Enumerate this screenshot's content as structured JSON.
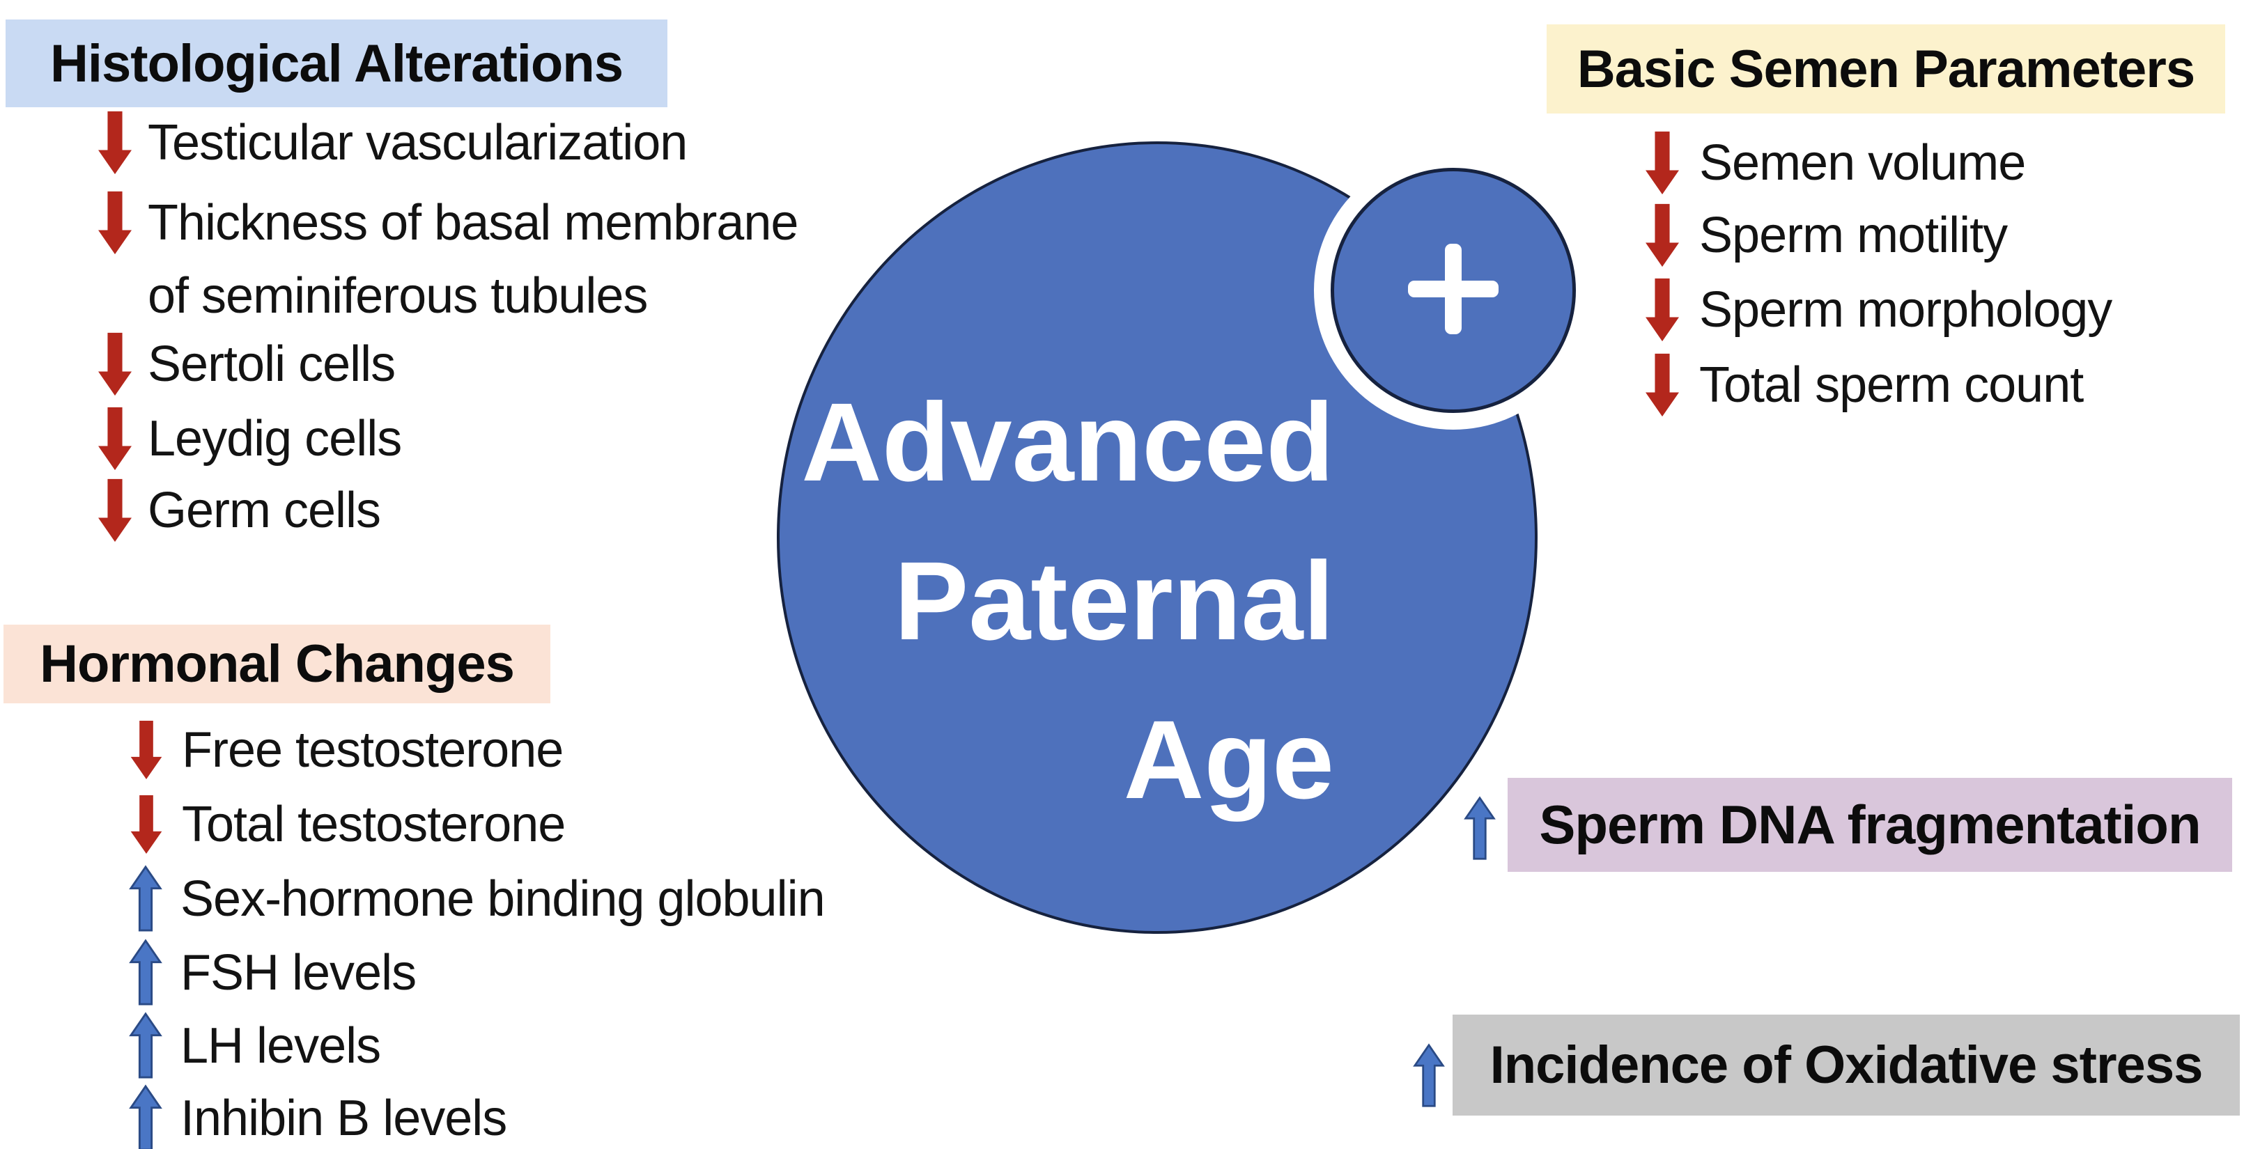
{
  "figure": {
    "title_circle": {
      "lines": [
        "Advanced",
        "Paternal",
        "Age"
      ],
      "badge": "+",
      "fill": "#4e71bc",
      "border": "#16223f",
      "text_color": "#ffffff"
    },
    "colors": {
      "histological_header_bg": "#c9daf3",
      "hormonal_header_bg": "#fbe3d6",
      "semen_header_bg": "#fcf2cd",
      "dna_callout_bg": "#d9c6db",
      "oxidative_callout_bg": "#c8c8c8",
      "down_arrow": "#b3271c",
      "up_arrow_fill": "#4a76c5",
      "up_arrow_stroke": "#2a4a85",
      "text": "#131313",
      "background": "#ffffff"
    },
    "sections": {
      "histological": {
        "title": "Histological Alterations",
        "rows": [
          {
            "arrow": "down",
            "text": "Testicular vascularization"
          },
          {
            "arrow": "down",
            "text": "Thickness of basal membrane"
          },
          {
            "arrow": "none",
            "text": "of seminiferous tubules"
          },
          {
            "arrow": "down",
            "text": "Sertoli cells"
          },
          {
            "arrow": "down",
            "text": "Leydig cells"
          },
          {
            "arrow": "down",
            "text": "Germ cells"
          }
        ]
      },
      "hormonal": {
        "title": "Hormonal Changes",
        "rows": [
          {
            "arrow": "down",
            "text": "Free testosterone"
          },
          {
            "arrow": "down",
            "text": "Total testosterone"
          },
          {
            "arrow": "up",
            "text": "Sex-hormone binding globulin"
          },
          {
            "arrow": "up",
            "text": "FSH levels"
          },
          {
            "arrow": "up",
            "text": "LH levels"
          },
          {
            "arrow": "up",
            "text": "Inhibin B levels"
          }
        ]
      },
      "semen": {
        "title": "Basic Semen Parameters",
        "rows": [
          {
            "arrow": "down",
            "text": "Semen volume"
          },
          {
            "arrow": "down",
            "text": "Sperm motility"
          },
          {
            "arrow": "down",
            "text": "Sperm morphology"
          },
          {
            "arrow": "down",
            "text": "Total sperm count"
          }
        ]
      }
    },
    "callouts": {
      "dna": {
        "arrow": "up",
        "text": "Sperm DNA fragmentation"
      },
      "oxidative": {
        "arrow": "up",
        "text": "Incidence of Oxidative stress"
      }
    }
  }
}
